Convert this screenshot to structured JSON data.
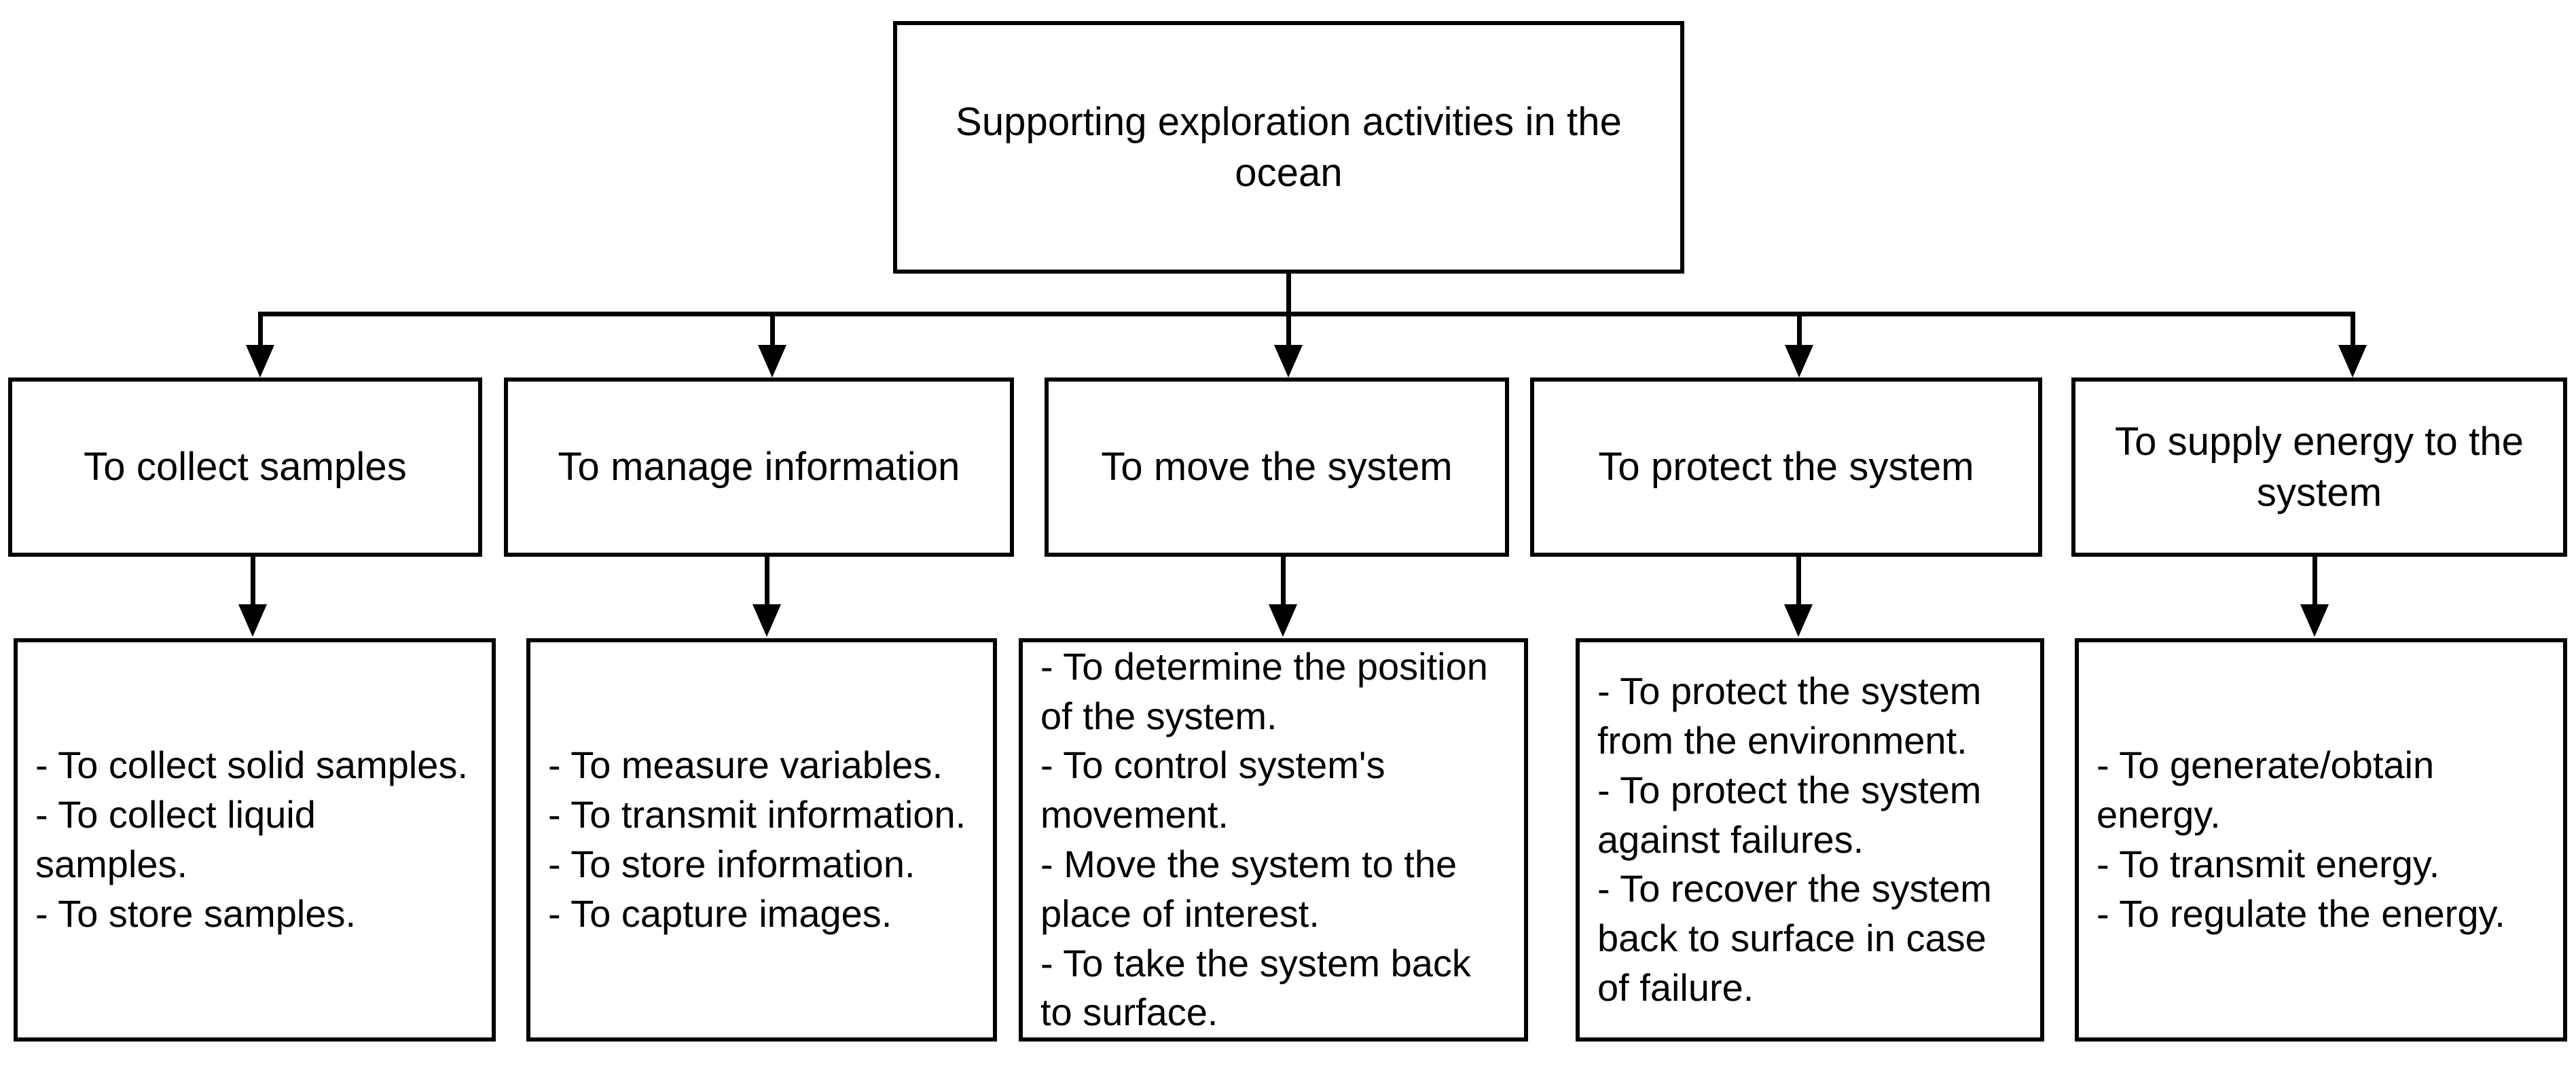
{
  "diagram": {
    "type": "functional-decomposition-tree",
    "title_box": {
      "label": "Supporting exploration activities in the ocean"
    },
    "level2": [
      {
        "id": "collect-samples",
        "label": "To collect samples"
      },
      {
        "id": "manage-information",
        "label": "To manage information"
      },
      {
        "id": "move-system",
        "label": "To move the system"
      },
      {
        "id": "protect-system",
        "label": "To protect the system"
      },
      {
        "id": "supply-energy",
        "label": "To supply energy to the system"
      }
    ],
    "level3": [
      {
        "id": "collect-samples-details",
        "items": [
          "- To collect solid samples.",
          "- To collect liquid samples.",
          "- To store samples."
        ]
      },
      {
        "id": "manage-information-details",
        "items": [
          "- To measure variables.",
          "- To transmit information.",
          "- To store information.",
          "- To capture images."
        ]
      },
      {
        "id": "move-system-details",
        "items": [
          "- To determine the position of the system.",
          "- To control system's movement.",
          "- Move the system to the place of interest.",
          "- To take the system back to surface."
        ]
      },
      {
        "id": "protect-system-details",
        "items": [
          "- To protect the system from the environment.",
          "- To protect the system against failures.",
          "- To recover the system back to surface in case of failure."
        ]
      },
      {
        "id": "supply-energy-details",
        "items": [
          "- To generate/obtain energy.",
          "- To transmit energy.",
          "- To regulate the energy."
        ]
      }
    ],
    "colors": {
      "background": "#ffffff",
      "stroke": "#000000",
      "text": "#000000"
    }
  }
}
